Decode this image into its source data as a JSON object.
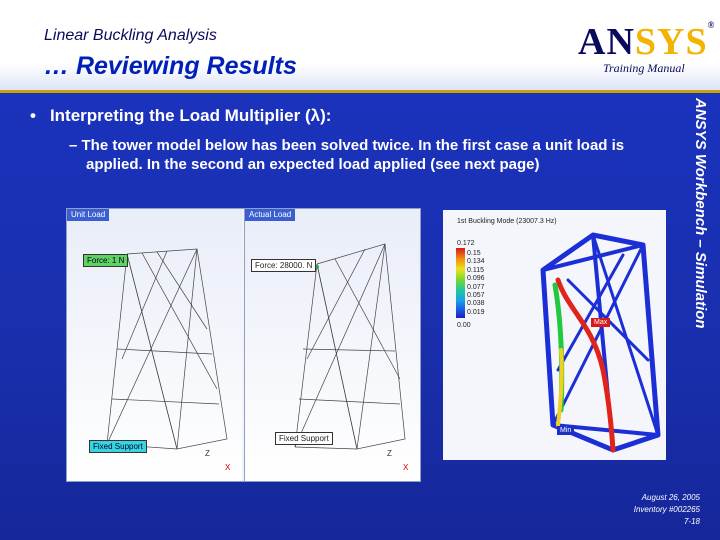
{
  "header": {
    "subtitle": "Linear Buckling Analysis",
    "title": "… Reviewing Results",
    "logo_a": "AN",
    "logo_b": "SYS",
    "logo_reg": "®",
    "training": "Training Manual"
  },
  "bullet": {
    "dot": "•",
    "text": "Interpreting the Load Multiplier (λ):"
  },
  "subbullet": "– The tower model below has been solved twice.  In the first case a unit load is applied.  In the second an expected load applied (see next page)",
  "side_label": "ANSYS Workbench – Simulation",
  "figure_left": {
    "unit_title": "Unit Load",
    "unit_force": "Force: 1 N",
    "unit_support": "Fixed Support",
    "actual_title": "Actual Load",
    "actual_force": "Force: 28000. N",
    "actual_support": "Fixed Support",
    "axis_z": "Z",
    "axis_x": "X"
  },
  "figure_right": {
    "title": "1st Buckling Mode (23007.3 Hz)",
    "legend_values": [
      "0.172",
      "0.15",
      "0.134",
      "0.115",
      "0.096",
      "0.077",
      "0.057",
      "0.038",
      "0.019",
      "0.00"
    ],
    "max_label": "Max",
    "min_label": "Min",
    "colors": {
      "frame": "#1c2fd6",
      "hot": "#e0241a",
      "mid": "#22c840"
    }
  },
  "footer": {
    "date": "August 26, 2005",
    "inventory": "Inventory #002265",
    "page": "7-18"
  }
}
